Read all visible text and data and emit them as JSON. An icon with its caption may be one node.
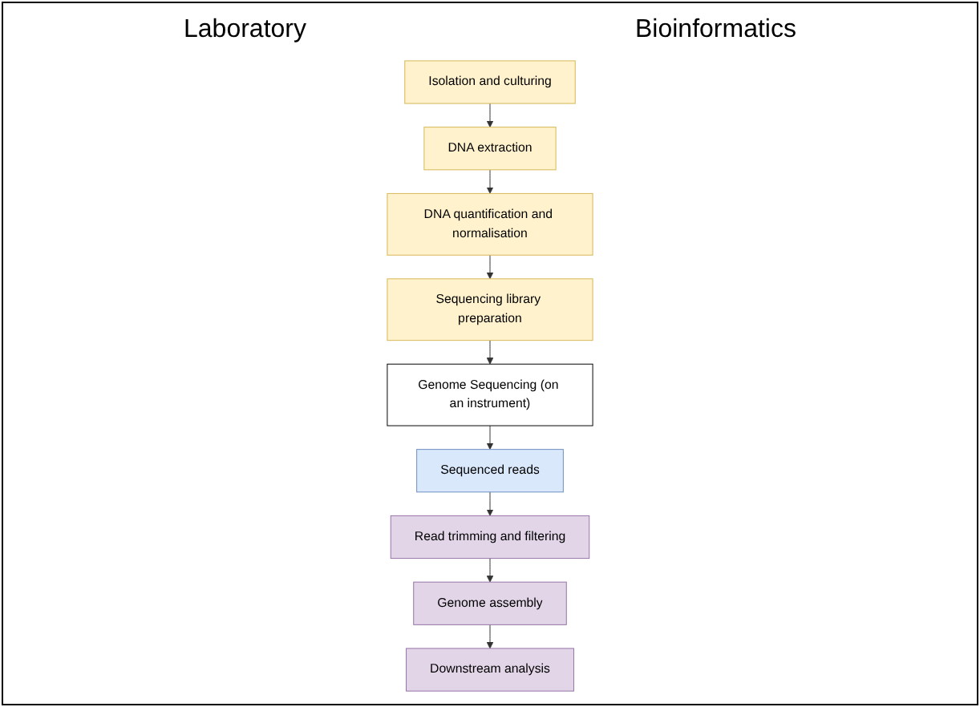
{
  "diagram": {
    "nodes": [
      {
        "text": [
          "Isolation and culturing"
        ]
      },
      {
        "text": [
          "DNA extraction"
        ]
      },
      {
        "text": [
          "DNA quantification and normalisation"
        ]
      },
      {
        "text": [
          "Sequencing library preparation"
        ]
      },
      {
        "text": [
          "Genome Sequencing (on an instrument)"
        ]
      },
      {
        "text": [
          "Sequenced reads"
        ]
      },
      {
        "text": [
          "Read trimming and filtering"
        ]
      },
      {
        "text": [
          "Genome assembly"
        ]
      },
      {
        "text": [
          "Downstream analysis"
        ]
      }
    ],
    "edges": [
      {
        "from": 0,
        "to": 1,
        "arrow": "to"
      },
      {
        "from": 1,
        "to": 2,
        "arrow": "to"
      },
      {
        "from": 2,
        "to": 3,
        "arrow": "to"
      },
      {
        "from": 3,
        "to": 4,
        "arrow": "to"
      },
      {
        "from": 4,
        "to": 5,
        "arrow": "to"
      },
      {
        "from": 5,
        "to": 6,
        "arrow": "to"
      },
      {
        "from": 6,
        "to": 7,
        "arrow": "to"
      },
      {
        "from": 7,
        "to": 8,
        "arrow": "to"
      }
    ],
    "labels": [
      "Laboratory",
      "Bioinformatics"
    ]
  }
}
